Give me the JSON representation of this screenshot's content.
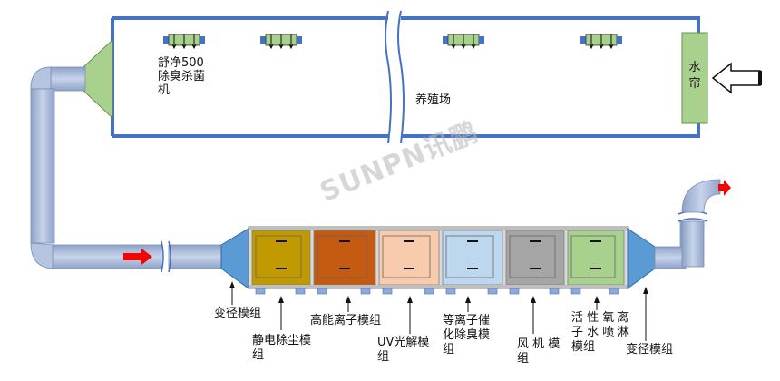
{
  "house": {
    "machine_label": "舒净500\n除臭杀菌\n机",
    "farm_label": "养殖场",
    "water_curtain_label": "水\n帘"
  },
  "watermark": "SUNPN讯鹏",
  "modules": [
    {
      "id": "transition-in",
      "label": "变径模组",
      "color": "#5b9bd5"
    },
    {
      "id": "electrostatic",
      "label": "静电除尘模\n组",
      "color": "#c09a00"
    },
    {
      "id": "high-energy-ion",
      "label": "高能离子模组",
      "color": "#c55a11"
    },
    {
      "id": "uv-photolysis",
      "label": "UV光解模\n组",
      "color": "#f8cbad"
    },
    {
      "id": "plasma-catalytic",
      "label": "等离子催\n化除臭模\n组",
      "color": "#bdd7ee"
    },
    {
      "id": "fan",
      "label": "风 机 模\n组",
      "color": "#a5a5a5"
    },
    {
      "id": "activated-spray",
      "label": "活 性 氧\n子 水 喷\n模组",
      "color": "#a9d18e"
    },
    {
      "id": "spray-extra",
      "label": "离\n淋",
      "color": "#a9d18e"
    },
    {
      "id": "transition-out",
      "label": "变径模组",
      "color": "#5b9bd5"
    }
  ],
  "colors": {
    "house_border": "#4472c4",
    "pipe": "#a6b8d8",
    "pipe_dark": "#8fa3c8",
    "hood": "#a9d18e",
    "arrow": "#ff0000",
    "water_curtain": "#a9d18e"
  }
}
